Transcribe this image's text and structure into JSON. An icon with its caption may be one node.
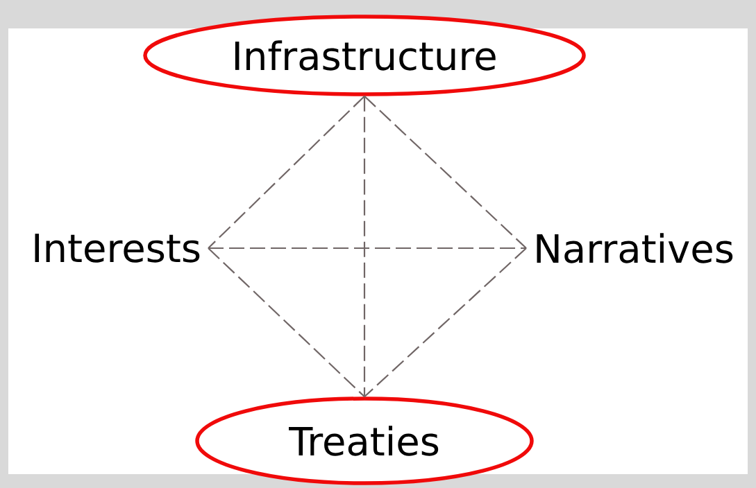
{
  "diagram": {
    "nodes": [
      {
        "text": [
          "Infrastructure"
        ]
      },
      {
        "text": [
          "Interests"
        ]
      },
      {
        "text": [
          "Narratives"
        ]
      },
      {
        "text": [
          "Treaties"
        ]
      }
    ],
    "edges": [
      {
        "from": 0,
        "to": 1,
        "arrow": "none",
        "style": "dashed"
      },
      {
        "from": 0,
        "to": 2,
        "arrow": "none",
        "style": "dashed"
      },
      {
        "from": 0,
        "to": 3,
        "arrow": "none",
        "style": "dashed"
      },
      {
        "from": 1,
        "to": 2,
        "arrow": "none",
        "style": "dashed"
      },
      {
        "from": 1,
        "to": 3,
        "arrow": "none",
        "style": "dashed"
      },
      {
        "from": 2,
        "to": 3,
        "arrow": "none",
        "style": "dashed"
      }
    ]
  }
}
